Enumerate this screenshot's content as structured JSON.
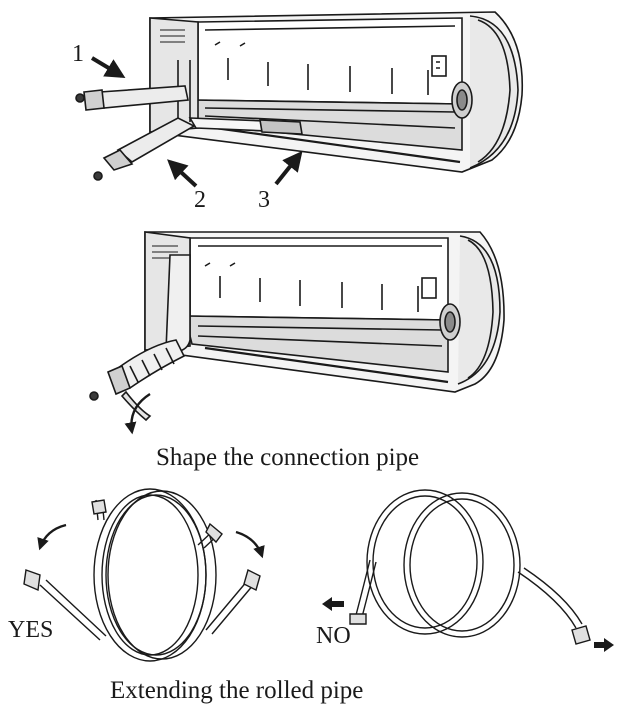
{
  "callouts": {
    "one": "1",
    "two": "2",
    "three": "3"
  },
  "captions": {
    "shape": "Shape the connection pipe",
    "extend": "Extending the rolled pipe"
  },
  "verdicts": {
    "yes": "YES",
    "no": "NO"
  },
  "colors": {
    "ink": "#1a1a1a",
    "panel": "#f2f2f2",
    "shade": "#d4d4d4",
    "dark": "#3a3a3a"
  }
}
